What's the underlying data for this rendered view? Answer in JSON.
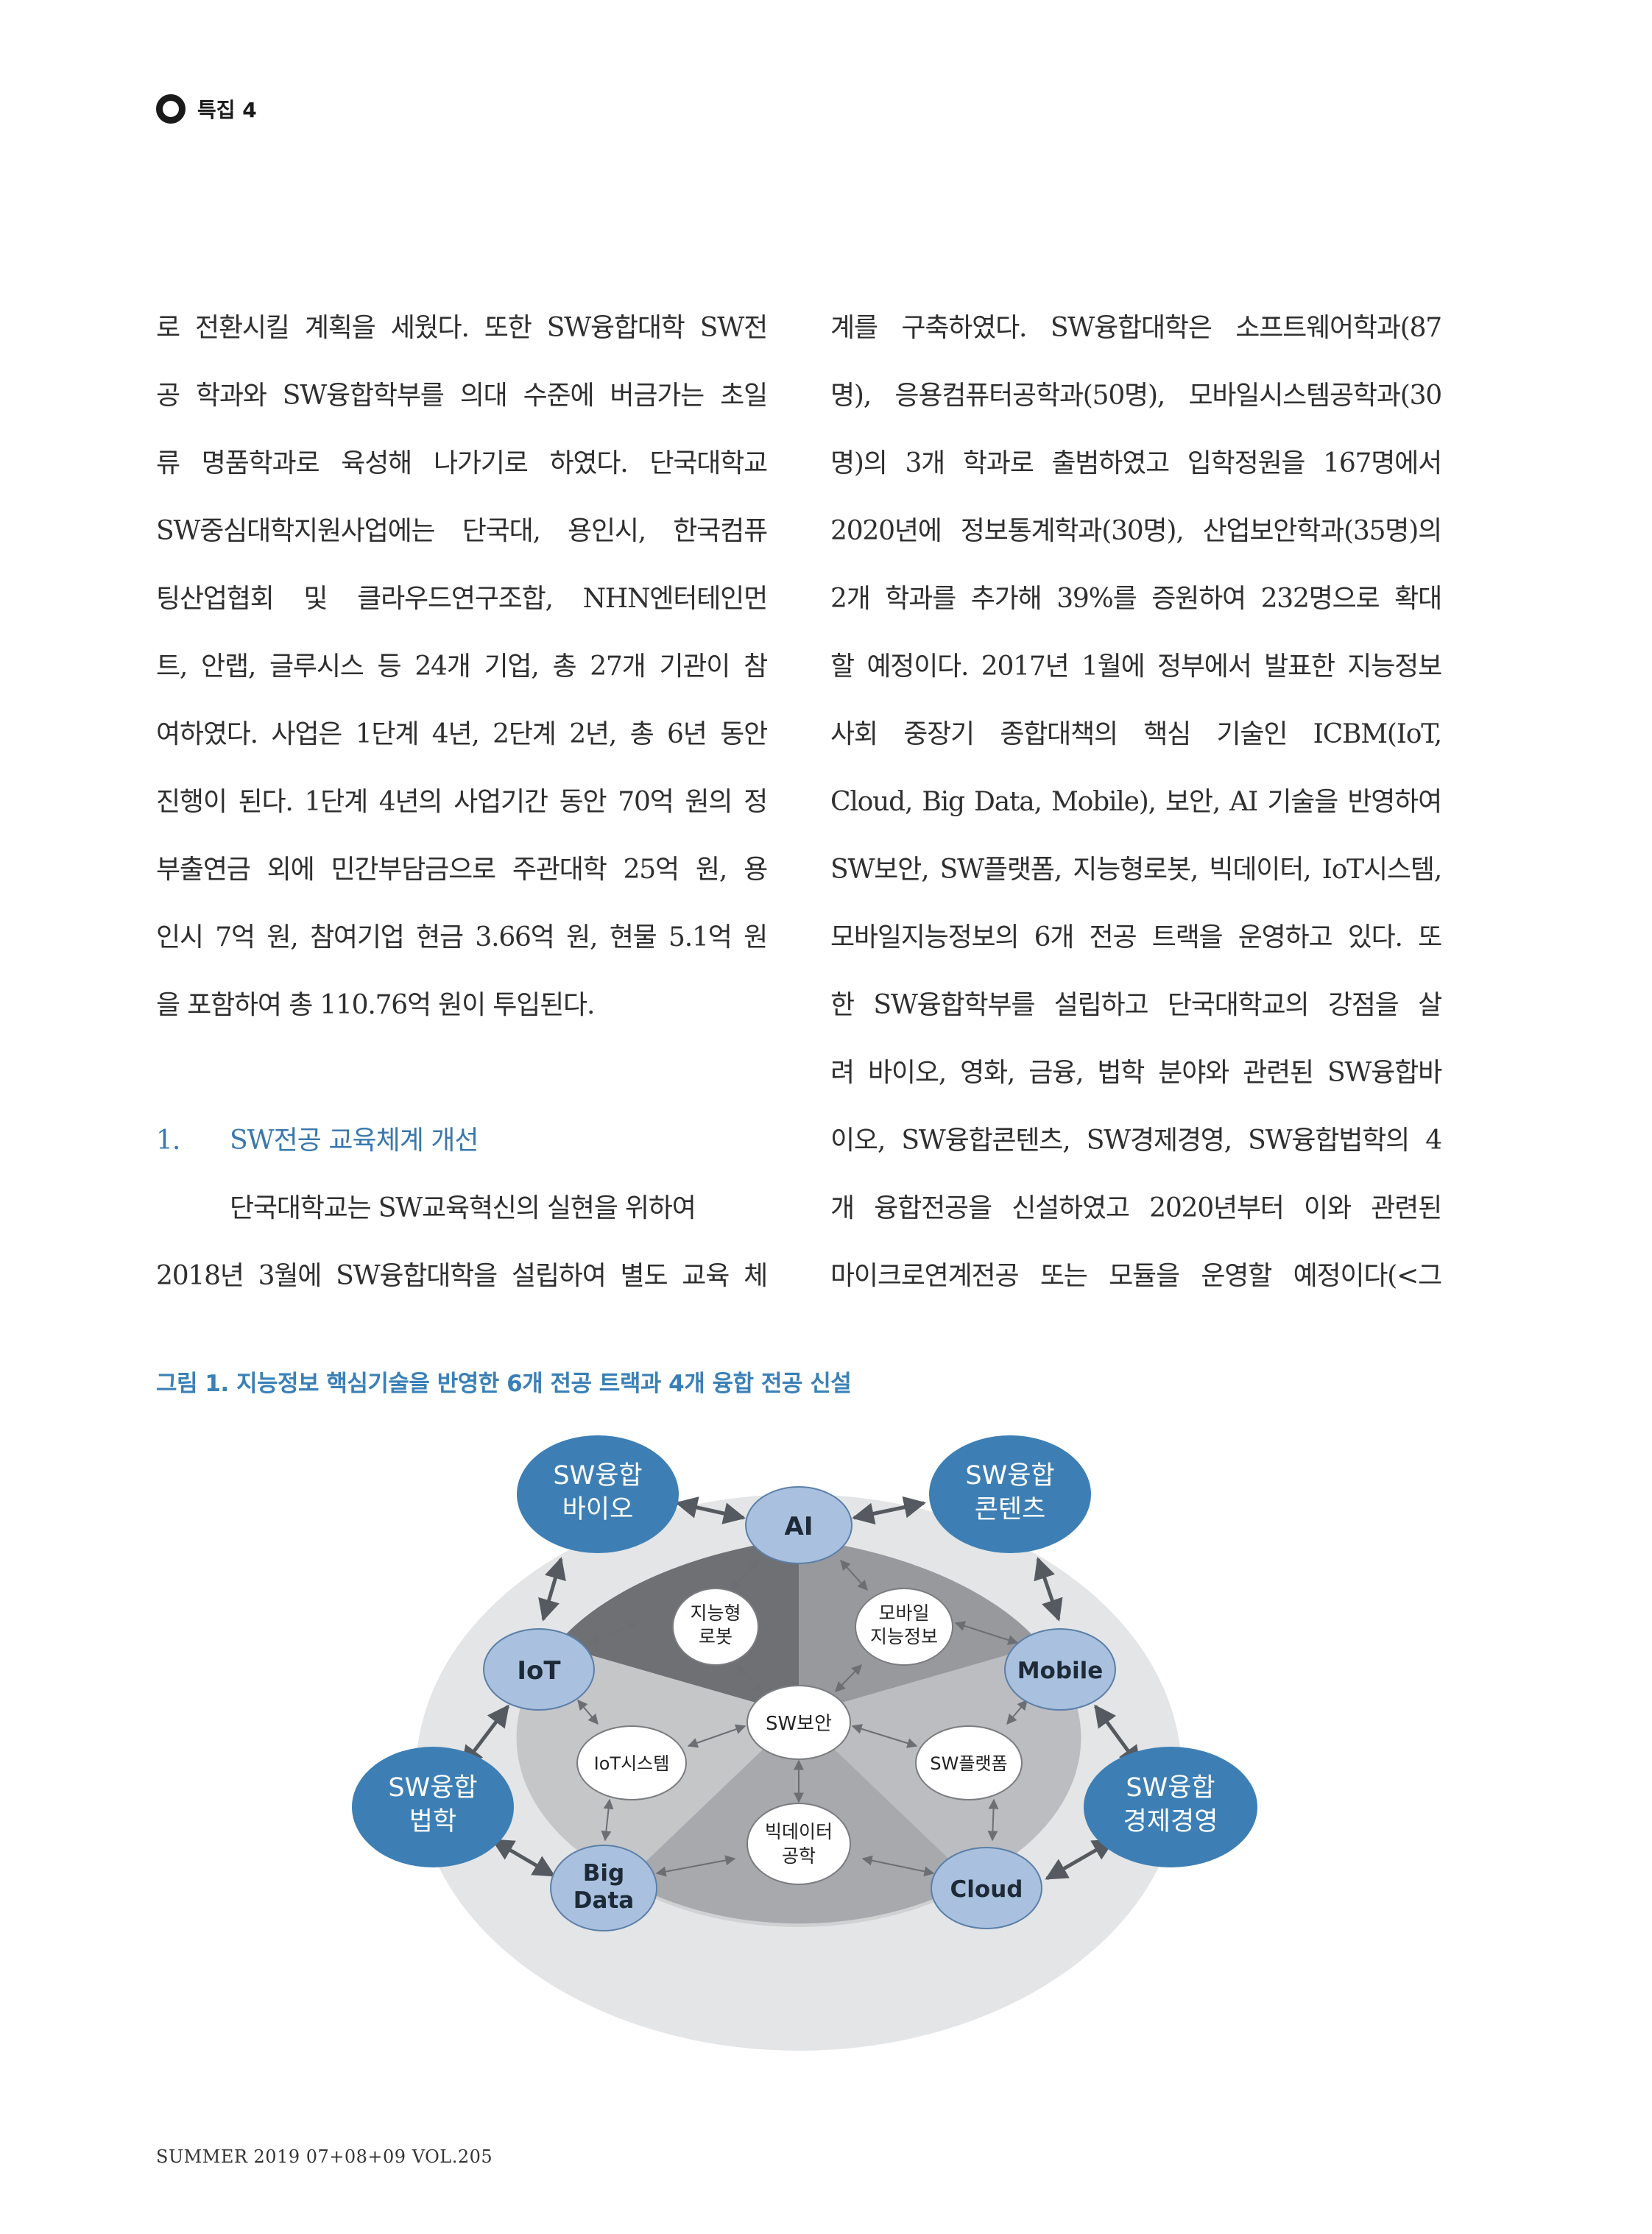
{
  "header": {
    "label": "특집 4"
  },
  "left_column": {
    "paragraph1": [
      "로 전환시킬 계획을 세웠다. 또한 SW융합대학 SW전",
      "공 학과와 SW융합학부를 의대 수준에 버금가는 초일",
      "류 명품학과로 육성해 나가기로 하였다. 단국대학교",
      "SW중심대학지원사업에는 단국대, 용인시, 한국컴퓨",
      "팅산업협회 및 클라우드연구조합, NHN엔터테인먼",
      "트, 안랩, 글루시스 등 24개 기업, 총 27개 기관이 참",
      "여하였다. 사업은 1단계 4년, 2단계 2년, 총 6년 동안",
      "진행이 된다. 1단계 4년의 사업기간 동안 70억 원의 정",
      "부출연금 외에 민간부담금으로 주관대학 25억 원, 용",
      "인시 7억 원, 참여기업 현금 3.66억 원, 현물 5.1억 원",
      "을 포함하여 총 110.76억 원이 투입된다."
    ],
    "section_number": "1.",
    "section_title": "SW전공 교육체계 개선",
    "paragraph2": [
      "단국대학교는 SW교육혁신의 실현을 위하여",
      "2018년 3월에 SW융합대학을 설립하여 별도 교육 체"
    ]
  },
  "right_column": {
    "lines": [
      "계를 구축하였다. SW융합대학은 소프트웨어학과(87",
      "명), 응용컴퓨터공학과(50명), 모바일시스템공학과(30",
      "명)의 3개 학과로 출범하였고 입학정원을 167명에서",
      "2020년에 정보통계학과(30명), 산업보안학과(35명)의",
      "2개 학과를 추가해 39%를 증원하여 232명으로 확대",
      "할 예정이다. 2017년 1월에 정부에서 발표한 지능정보",
      "사회 중장기 종합대책의 핵심 기술인 ICBM(IoT,",
      "Cloud, Big Data, Mobile), 보안, AI 기술을 반영하여",
      "SW보안, SW플랫폼, 지능형로봇, 빅데이터, IoT시스템,",
      "모바일지능정보의 6개 전공 트랙을 운영하고 있다. 또",
      "한 SW융합학부를 설립하고 단국대학교의 강점을 살",
      "려 바이오, 영화, 금융, 법학 분야와 관련된 SW융합바",
      "이오, SW융합콘텐츠, SW경제경영, SW융합법학의 4",
      "개 융합전공을 신설하였고 2020년부터 이와 관련된",
      "마이크로연계전공 또는 모듈을 운영할 예정이다(<그"
    ]
  },
  "figure": {
    "caption": "그림 1. 지능정보 핵심기술을 반영한 6개 전공 트랙과 4개 융합 전공 신설",
    "center": "SW보안",
    "core_tech": {
      "ai": "AI",
      "iot": "IoT",
      "mobile": "Mobile",
      "bigdata": [
        "Big",
        "Data"
      ],
      "cloud": "Cloud"
    },
    "tracks": {
      "robot": [
        "지능형",
        "로봇"
      ],
      "mobile_intel": [
        "모바일",
        "지능정보"
      ],
      "iot_system": "IoT시스템",
      "sw_platform": "SW플랫폼",
      "bigdata_eng": [
        "빅데이터",
        "공학"
      ]
    },
    "convergence": {
      "bio": [
        "SW융합",
        "바이오"
      ],
      "contents": [
        "SW융합",
        "콘텐츠"
      ],
      "law": [
        "SW융합",
        "법학"
      ],
      "economy": [
        "SW융합",
        "경제경영"
      ]
    },
    "colors": {
      "outer_ellipse": "#e4e5e7",
      "inner_ellipse": "#d0d1d3",
      "sector_dark": "#6f7073",
      "sector_mid": "#98999c",
      "sector_light": "#b4b5b8",
      "core_node": "#a9c1de",
      "convergence_node": "#3d7fb5",
      "arrow": "#555a60"
    }
  },
  "footer": {
    "text": "SUMMER 2019 07+08+09 VOL.205"
  }
}
